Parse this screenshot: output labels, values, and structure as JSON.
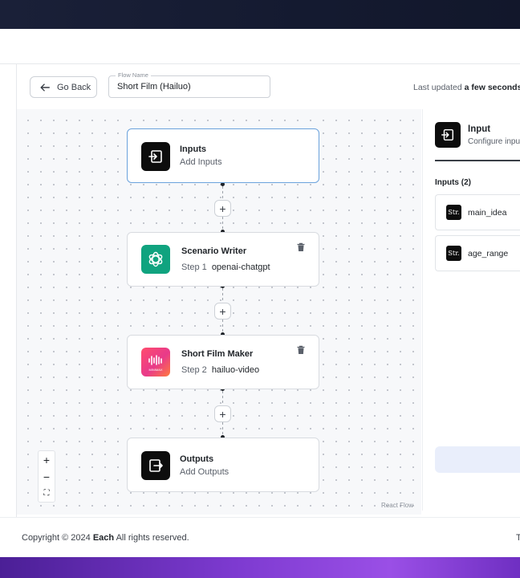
{
  "toolbar": {
    "go_back_label": "Go Back",
    "flow_name_label": "Flow Name",
    "flow_name_value": "Short Film (Hailuo)",
    "last_updated_prefix": "Last updated",
    "last_updated_value": "a few seconds"
  },
  "nodes": {
    "inputs": {
      "title": "Inputs",
      "subtitle": "Add Inputs",
      "icon": "input-arrow-icon"
    },
    "scenario": {
      "title": "Scenario Writer",
      "step": "Step 1",
      "model": "openai-chatgpt",
      "icon": "openai-logo-icon"
    },
    "film": {
      "title": "Short Film Maker",
      "step": "Step 2",
      "model": "hailuo-video",
      "icon": "minimax-logo-icon",
      "logo_text": "MINIMAX"
    },
    "outputs": {
      "title": "Outputs",
      "subtitle": "Add Outputs",
      "icon": "output-arrow-icon"
    }
  },
  "plus_label": "+",
  "zoom": {
    "in": "+",
    "out": "−",
    "fit": "⛶"
  },
  "react_flow_label": "React Flow",
  "panel": {
    "title": "Input",
    "subtitle": "Configure inpu",
    "inputs_heading": "Inputs (2)",
    "badge": "Str.",
    "items": [
      "main_idea",
      "age_range"
    ]
  },
  "footer": {
    "copyright_prefix": "Copyright © 2024",
    "brand": "Each",
    "copyright_suffix": "All rights reserved.",
    "trailing": "T"
  },
  "colors": {
    "top_band": "#141a30",
    "bottom_band": "#7d3ad0",
    "selected_border": "#6aa2dc",
    "openai_green": "#10a37f",
    "panel_button": "#e9eefb"
  }
}
